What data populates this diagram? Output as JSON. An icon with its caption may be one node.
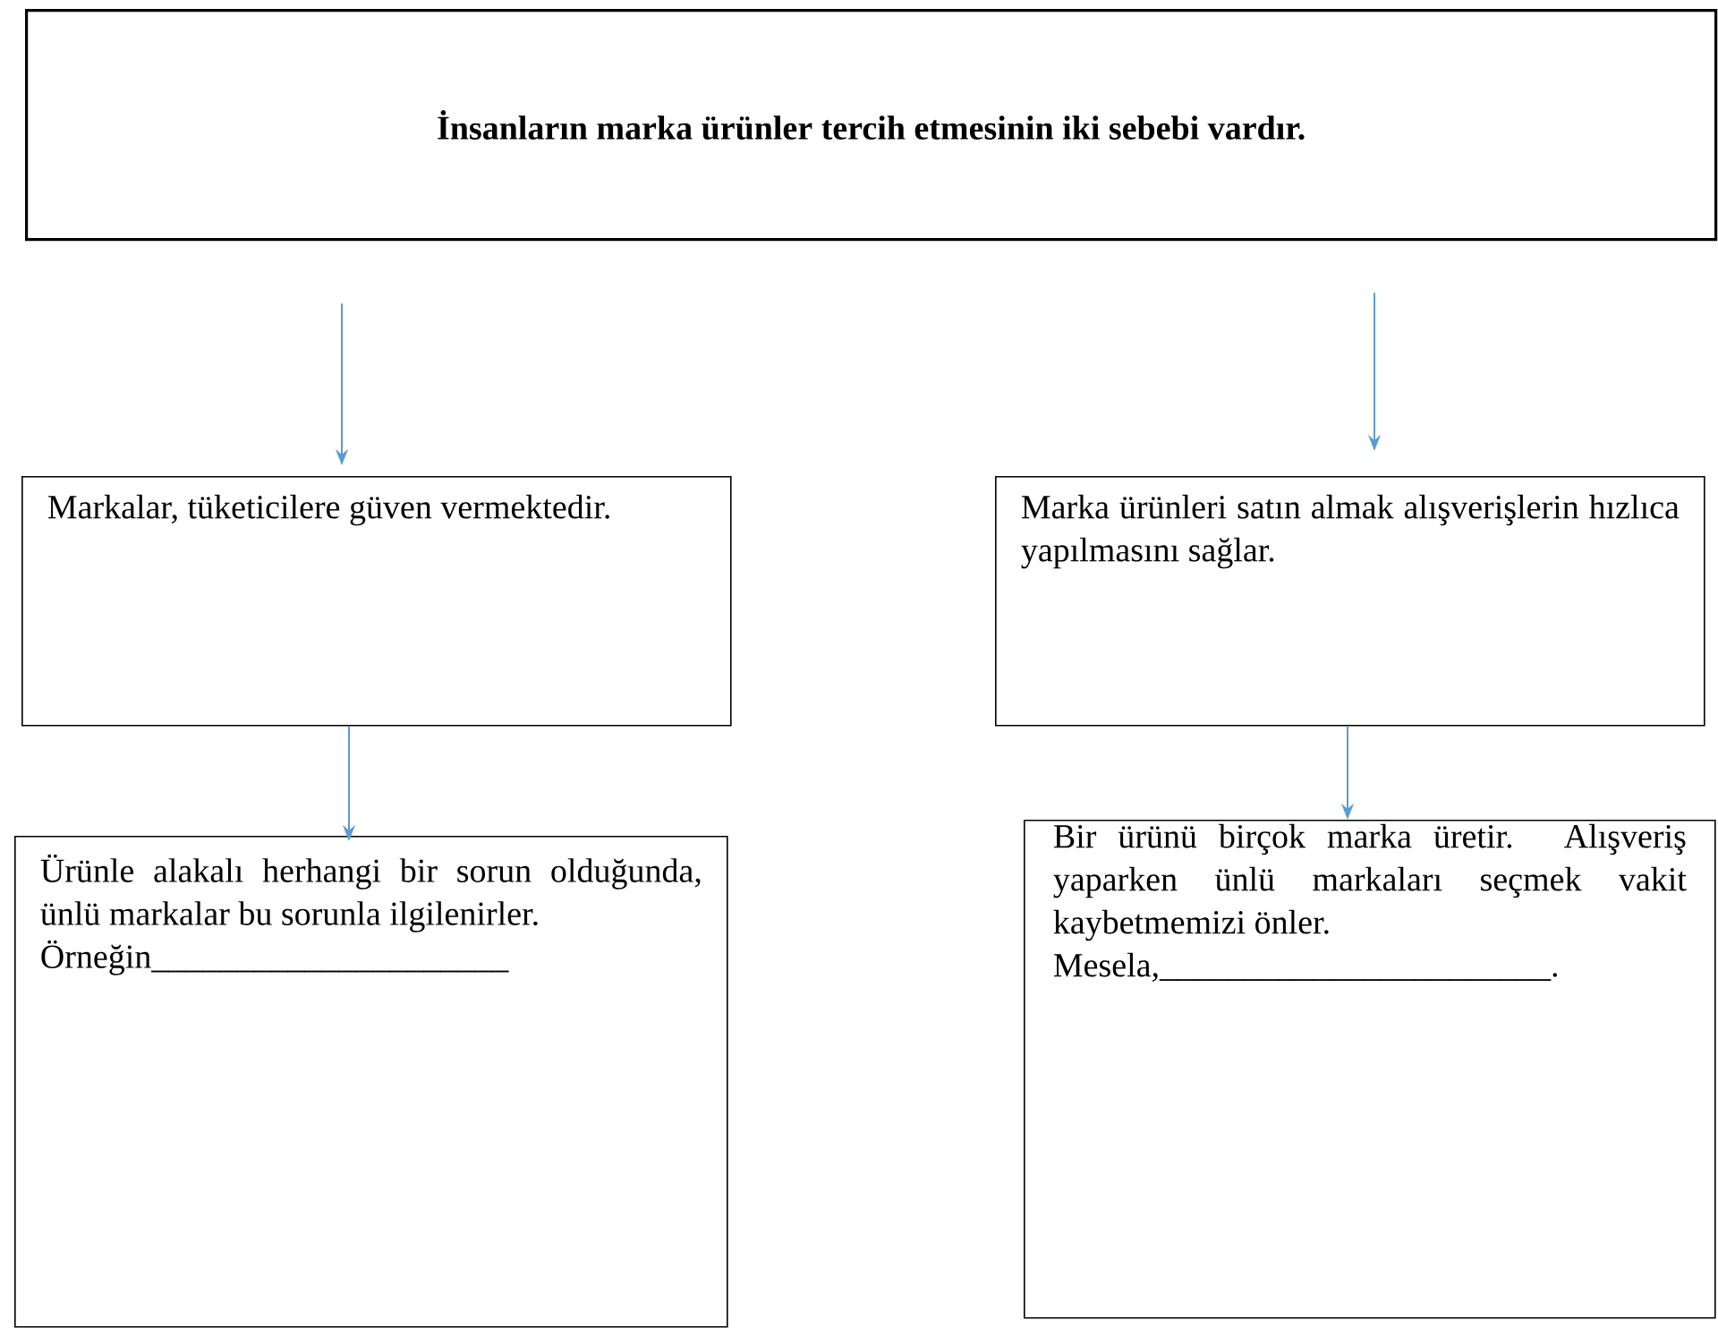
{
  "diagram": {
    "nodes": [
      {
        "text": [
          "İnsanların marka ürünler tercih etmesinin iki sebebi vardır."
        ]
      },
      {
        "text": [
          "Markalar, tüketicilere güven vermektedir."
        ]
      },
      {
        "text": [
          "Marka ürünleri satın almak alışverişlerin hızlıca yapılmasını sağlar."
        ]
      },
      {
        "text": [
          "Ürünle alakalı herhangi bir sorun olduğunda, ünlü markalar bu sorunla ilgilenirler.",
          "Örneğin_____________________"
        ]
      },
      {
        "text": [
          "Bir ürünü birçok marka üretir. Alışveriş yaparken ünlü markaları seçmek vakit kaybetmemizi önler.",
          "Mesela,_______________________."
        ]
      }
    ],
    "edges": [
      {
        "from": 0,
        "to": 1,
        "arrow": "to"
      },
      {
        "from": 0,
        "to": 2,
        "arrow": "to"
      },
      {
        "from": 1,
        "to": 3,
        "arrow": "to"
      },
      {
        "from": 2,
        "to": 4,
        "arrow": "to"
      }
    ]
  }
}
